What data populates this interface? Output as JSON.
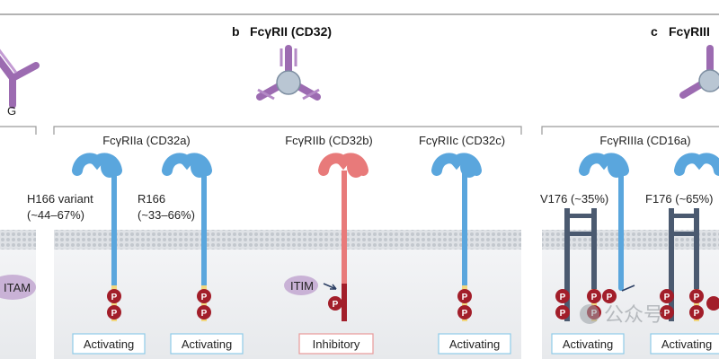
{
  "panels": {
    "b": {
      "letter": "b",
      "title": "FcγRII (CD32)",
      "receptors": {
        "iia": {
          "name": "FcγRIIa (CD32a)"
        },
        "iib": {
          "name": "FcγRIIb (CD32b)",
          "motif": "ITIM",
          "function": "Inhibitory"
        },
        "iic": {
          "name": "FcγRIIc (CD32c)",
          "function": "Activating"
        }
      },
      "variants": {
        "h166": {
          "line1": "H166 variant",
          "line2": "(~44–67%)",
          "function": "Activating"
        },
        "r166": {
          "line1": "R166",
          "line2": "(~33–66%)",
          "function": "Activating"
        }
      }
    },
    "c": {
      "letter": "c",
      "title": "FcγRIII",
      "receptors": {
        "iiia": {
          "name": "FcγRIIIa (CD16a)"
        }
      },
      "variants": {
        "v176": {
          "label": "V176 (~35%)",
          "function": "Activating"
        },
        "f176": {
          "label": "F176 (~65%)",
          "function": "Activating"
        }
      }
    },
    "a": {
      "partial_label": "G",
      "motif": "ITAM"
    }
  },
  "phospho_label": "P",
  "watermark": "公众号",
  "colors": {
    "activating_receptor": "#5aa6dd",
    "inhibitory_receptor": "#e87a7a",
    "cytoplasmic_tail": "#f2d77e",
    "phospho": "#a21e2a",
    "membrane": "#c9ccd0",
    "antibody": "#9c6bb1",
    "chain_dark": "#4b5a70",
    "activating_border": "#8fcbe8",
    "inhibitory_border": "#e89a9a"
  },
  "icons": [
    "igg-antibody-icon",
    "receptor-icon",
    "phosphate-icon",
    "arrow-icon"
  ]
}
